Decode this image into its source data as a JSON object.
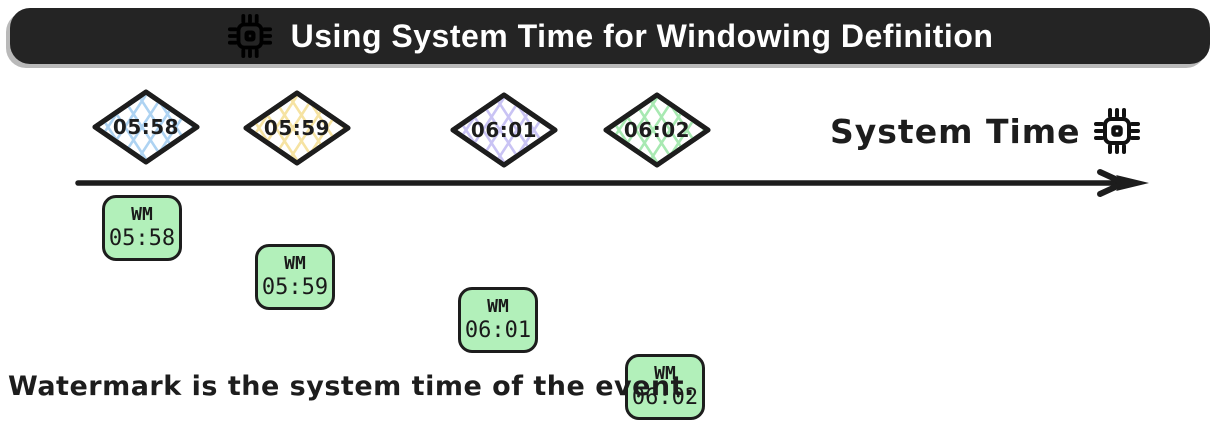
{
  "banner": {
    "title": "Using System Time for Windowing Definition",
    "icon": "cpu-chip-icon",
    "bg_color": "#242424",
    "text_color": "#ffffff"
  },
  "timeline": {
    "axis_label": "System Time",
    "axis_icon": "cpu-chip-icon",
    "ink_color": "#1d1d1d",
    "events": [
      {
        "time": "05:58",
        "pattern_color": "#aed3f2"
      },
      {
        "time": "05:59",
        "pattern_color": "#f6e3a2"
      },
      {
        "time": "06:01",
        "pattern_color": "#c9c3f4"
      },
      {
        "time": "06:02",
        "pattern_color": "#a8e9b2"
      }
    ]
  },
  "watermarks": {
    "fill_color": "#b2f0ba",
    "border_color": "#1d1d1d",
    "items": [
      {
        "label": "WM",
        "time": "05:58"
      },
      {
        "label": "WM",
        "time": "05:59"
      },
      {
        "label": "WM",
        "time": "06:01"
      },
      {
        "label": "WM",
        "time": "06:02"
      }
    ]
  },
  "caption": {
    "text": "Watermark is the system time of the event."
  }
}
